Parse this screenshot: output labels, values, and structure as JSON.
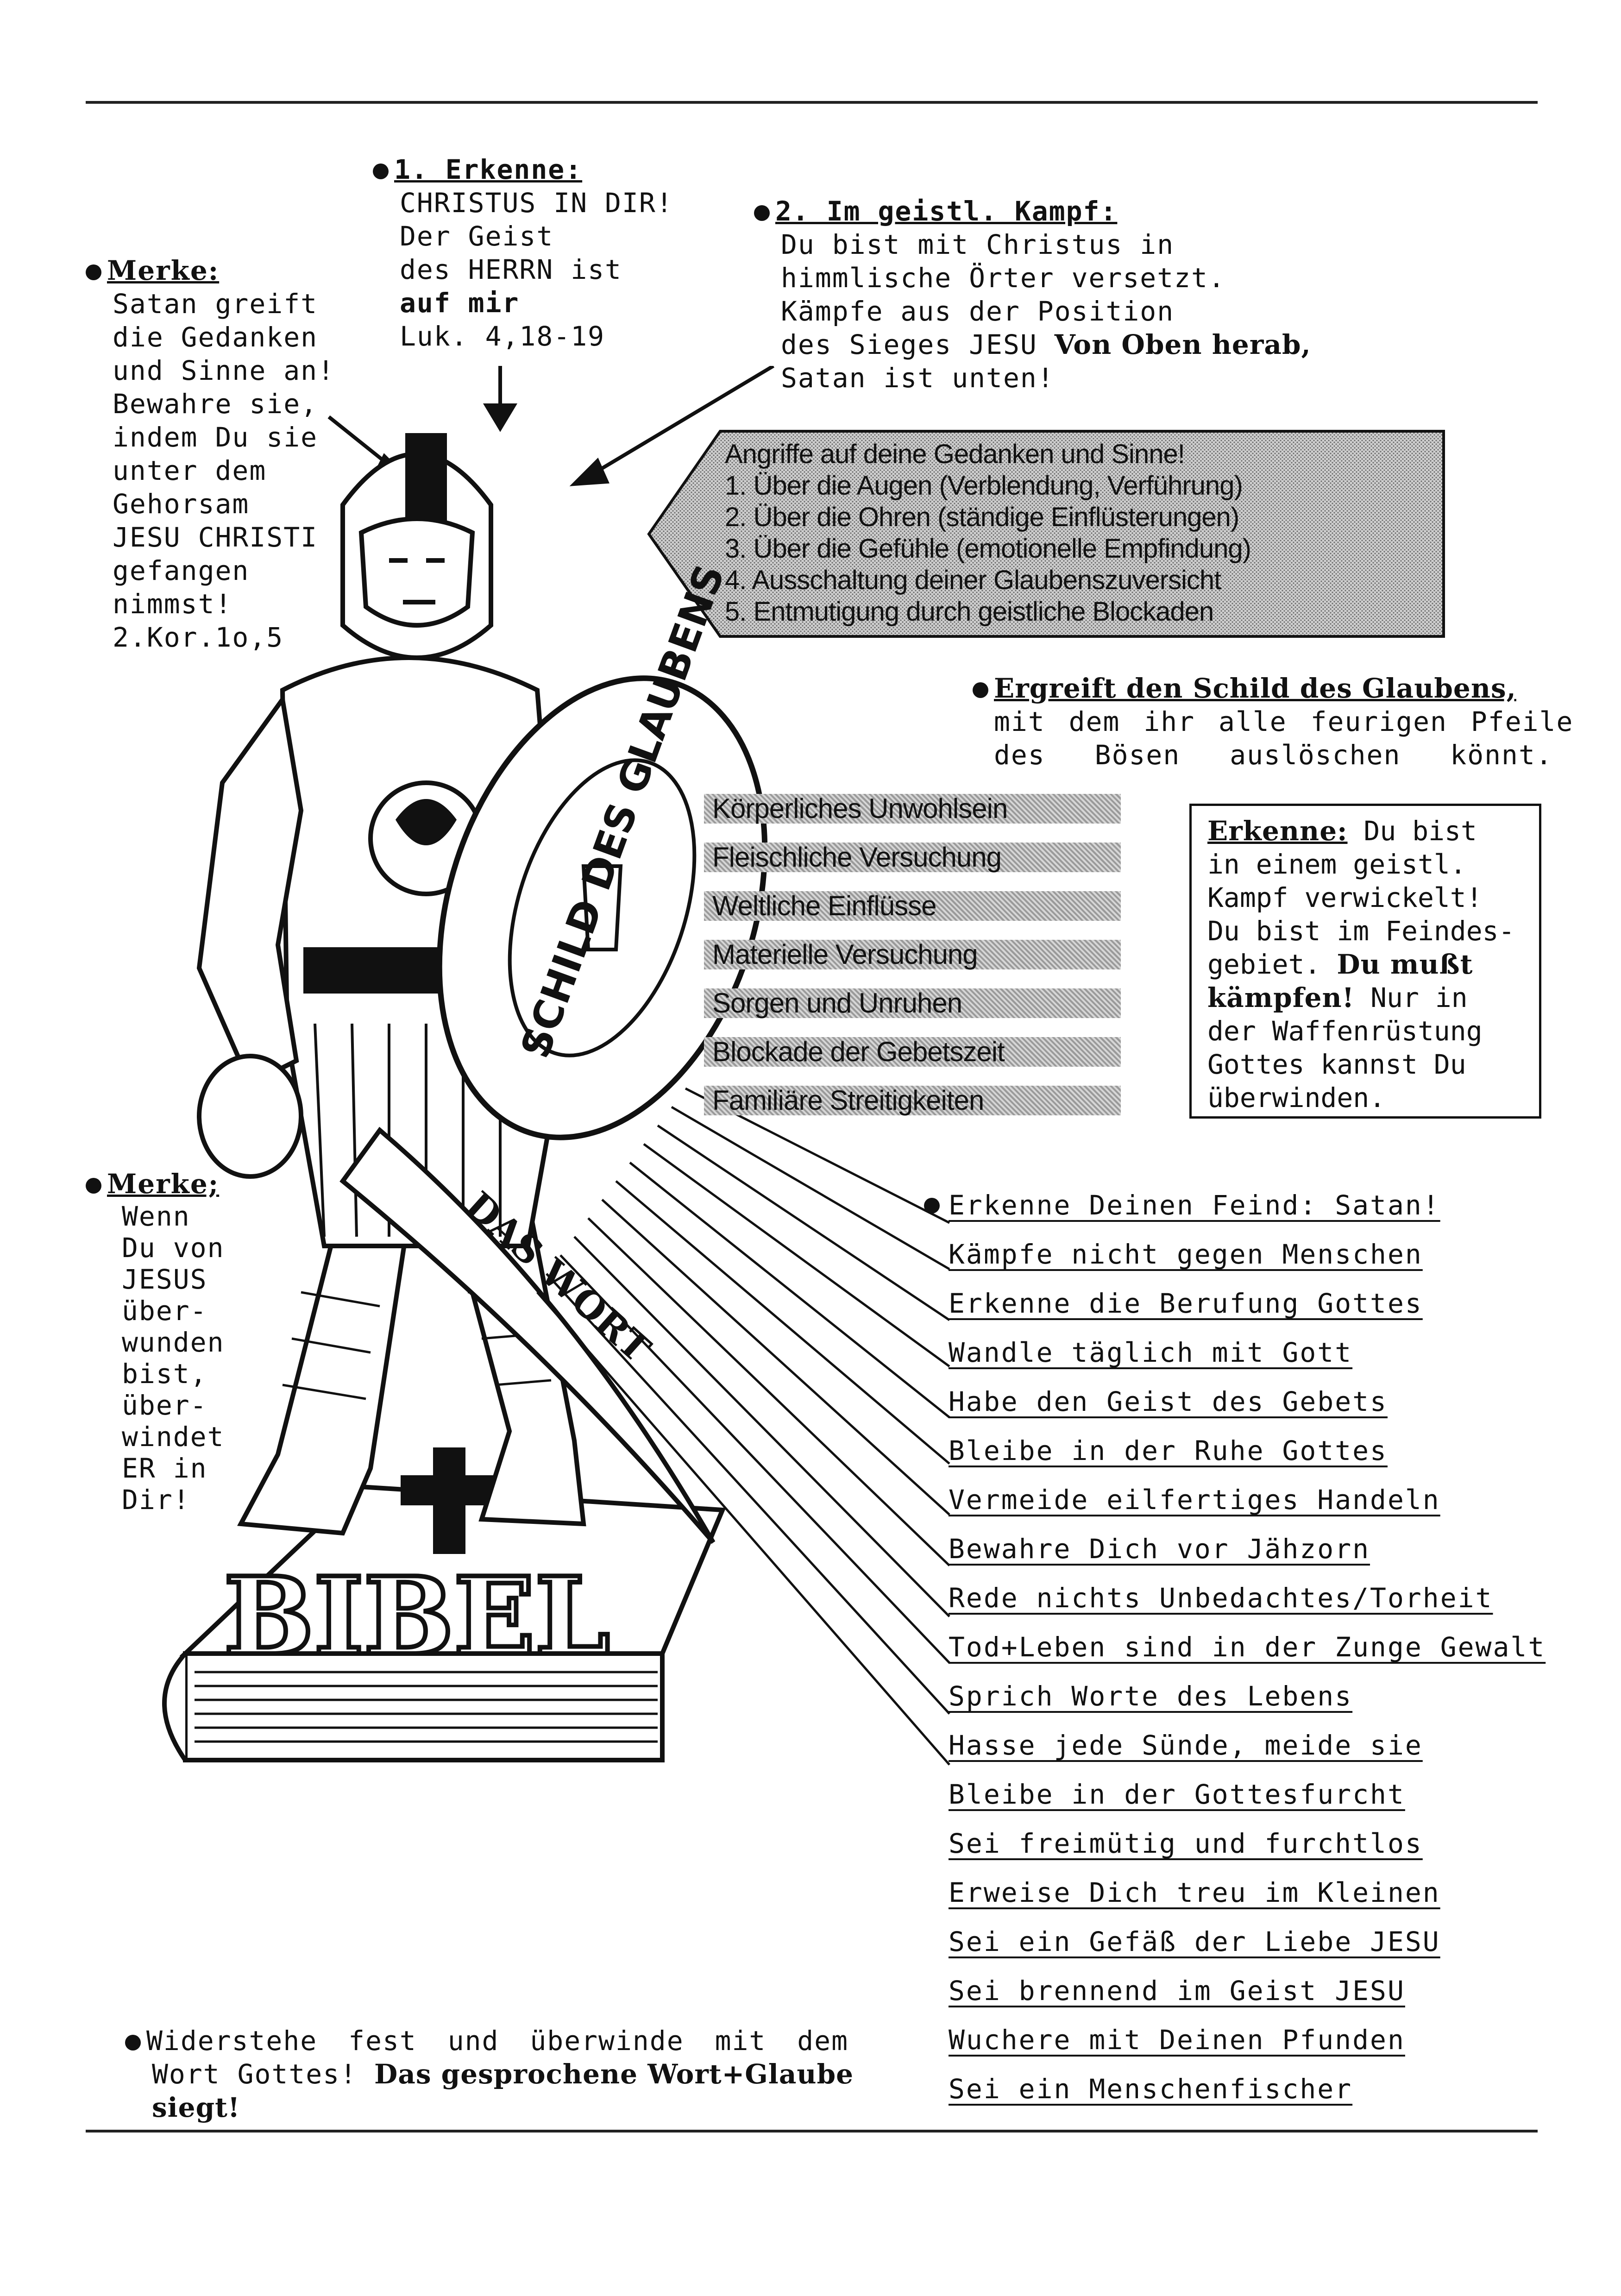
{
  "merke_top": {
    "heading": "Merke:",
    "lines": [
      "Satan greift",
      "die Gedanken",
      "und Sinne an!",
      "Bewahre sie,",
      "indem Du sie",
      "unter dem",
      "Gehorsam",
      "JESU CHRISTI",
      "gefangen",
      "nimmst!",
      "2.Kor.1o,5"
    ]
  },
  "erkenne1": {
    "heading": "1. Erkenne:",
    "line1": "CHRISTUS IN DIR!",
    "line2": "Der Geist",
    "line3": "des HERRN ist",
    "line4": "auf mir",
    "line5": "Luk. 4,18-19"
  },
  "kampf2": {
    "heading": "2. Im geistl. Kampf:",
    "line1": "Du bist mit Christus in",
    "line2": "himmlische Örter versetzt.",
    "line3": "Kämpfe aus der Position",
    "line4a": "des Sieges JESU ",
    "line4b": "Von Oben herab,",
    "line5": "Satan ist unten!"
  },
  "attacks": {
    "title": "Angriffe auf deine Gedanken und Sinne!",
    "items": [
      "1. Über die Augen (Verblendung, Verführung)",
      "2. Über die Ohren (ständige Einflüsterungen)",
      "3. Über die Gefühle (emotionelle Empfindung)",
      "4. Ausschaltung deiner Glaubenszuversicht",
      "5. Entmutigung durch geistliche Blockaden"
    ]
  },
  "shield_note": {
    "heading": "Ergreift den Schild des Glaubens,",
    "line2": "mit dem ihr alle feurigen Pfeile",
    "line3": "des Bösen auslöschen könnt."
  },
  "shield_tags": [
    "Körperliches Unwohlsein",
    "Fleischliche Versuchung",
    "Weltliche Einflüsse",
    "Materielle Versuchung",
    "Sorgen und Unruhen",
    "Blockade der Gebetszeit",
    "Familiäre Streitigkeiten"
  ],
  "recognize_box": {
    "heading": "Erkenne:",
    "l1": " Du bist",
    "l2": "in einem geistl.",
    "l3": "Kampf verwickelt!",
    "l4": "Du bist im Feindes-",
    "l5a": "gebiet. ",
    "l5b": "Du mußt",
    "l6a": "kämpfen!",
    "l6b": " Nur in",
    "l7": "der Waffenrüstung",
    "l8": "Gottes kannst Du",
    "l9": "überwinden."
  },
  "merke_left": {
    "heading": "Merke;",
    "lines": [
      "Wenn",
      "Du von",
      "JESUS",
      "über-",
      "wunden",
      "bist,",
      "über-",
      "windet",
      "ER in",
      "Dir!"
    ]
  },
  "commands": [
    "Erkenne Deinen Feind: Satan!",
    "Kämpfe nicht gegen Menschen",
    "Erkenne die Berufung Gottes",
    "Wandle täglich mit Gott",
    "Habe den Geist des Gebets",
    "Bleibe in der Ruhe Gottes",
    "Vermeide eilfertiges Handeln",
    "Bewahre Dich vor Jähzorn",
    "Rede nichts Unbedachtes/Torheit",
    "Tod+Leben sind in der Zunge Gewalt",
    "Sprich Worte des Lebens",
    "Hasse jede Sünde, meide sie",
    "Bleibe in der Gottesfurcht",
    "Sei freimütig und furchtlos",
    "Erweise Dich treu im Kleinen",
    "Sei ein Gefäß der Liebe JESU",
    "Sei brennend im Geist JESU",
    "Wuchere mit Deinen Pfunden",
    "Sei ein Menschenfischer"
  ],
  "bottom": {
    "line1": "Widerstehe fest und überwinde mit dem",
    "line2a": "Wort Gottes! ",
    "line2b": "Das gesprochene Wort+Glaube",
    "line3": "siegt!"
  },
  "illustration": {
    "shield_text": "SCHILD DES GLAUBENS",
    "sword_text": "DAS WORT",
    "book_text": "BIBEL"
  }
}
